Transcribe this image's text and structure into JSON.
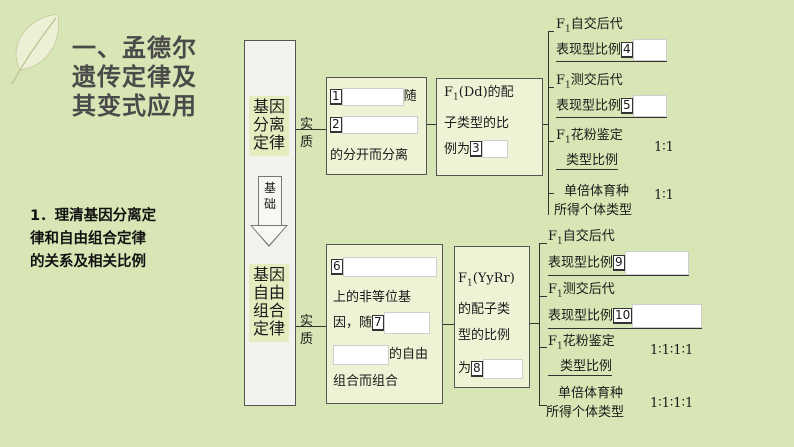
{
  "heading": {
    "line1": "一、孟德尔",
    "line2": "遗传定律及",
    "line3": "其变式应用"
  },
  "subheading": {
    "line1": "1．理清基因分离定",
    "line2": "律和自由组合定律",
    "line3": "的关系及相关比例"
  },
  "center_column": {
    "top_label": [
      "基因",
      "分离",
      "定律"
    ],
    "basis_label": [
      "基",
      "础"
    ],
    "bottom_label": [
      "基因",
      "自由",
      "组合",
      "定律"
    ]
  },
  "separation": {
    "essence_label": [
      "实",
      "质"
    ],
    "blank1_num": "1",
    "blank1_suffix": "随",
    "blank2_num": "2",
    "line3_text": "的分开而分离",
    "gamete_line1_pre": "F",
    "gamete_sub": "1",
    "gamete_line1_post": "(Dd)的配",
    "gamete_line2": "子类型的比",
    "gamete_line3_pre": "例为",
    "blank3_num": "3",
    "rows": [
      {
        "label_pre": "F",
        "label_sub": "1",
        "label_post": "自交后代",
        "label2": "表现型比例",
        "num": "4",
        "ratio": ""
      },
      {
        "label_pre": "F",
        "label_sub": "1",
        "label_post": "测交后代",
        "label2": "表现型比例",
        "num": "5",
        "ratio": ""
      },
      {
        "label_pre": "F",
        "label_sub": "1",
        "label_post": "花粉鉴定",
        "label2": "类型比例",
        "num": "",
        "ratio": "1∶1"
      },
      {
        "label_pre": "",
        "label_sub": "",
        "label_post": "单倍体育种",
        "label2": "所得个体类型",
        "num": "",
        "ratio": "1∶1"
      }
    ]
  },
  "assortment": {
    "essence_label": [
      "实",
      "质"
    ],
    "blank6_num": "6",
    "line2_text": "上的非等位基",
    "line3_pre": "因，随",
    "blank7_num": "7",
    "line4_post": "的自由",
    "line5_text": "组合而组合",
    "line6_pre": "为",
    "blank8_num": "8",
    "gamete_line1_pre": "F",
    "gamete_sub": "1",
    "gamete_line1_post": "(YyRr)",
    "gamete_line2": "的配子类",
    "gamete_line3": "型的比例",
    "rows": [
      {
        "label_pre": "F",
        "label_sub": "1",
        "label_post": "自交后代",
        "label2": "表现型比例",
        "num": "9",
        "ratio": ""
      },
      {
        "label_pre": "F",
        "label_sub": "1",
        "label_post": "测交后代",
        "label2": "表现型比例",
        "num": "10",
        "ratio": ""
      },
      {
        "label_pre": "F",
        "label_sub": "1",
        "label_post": "花粉鉴定",
        "label2": "类型比例",
        "num": "",
        "ratio": "1∶1∶1∶1"
      },
      {
        "label_pre": "",
        "label_sub": "",
        "label_post": "单倍体育种",
        "label2": "所得个体类型",
        "num": "",
        "ratio": "1∶1∶1∶1"
      }
    ]
  }
}
